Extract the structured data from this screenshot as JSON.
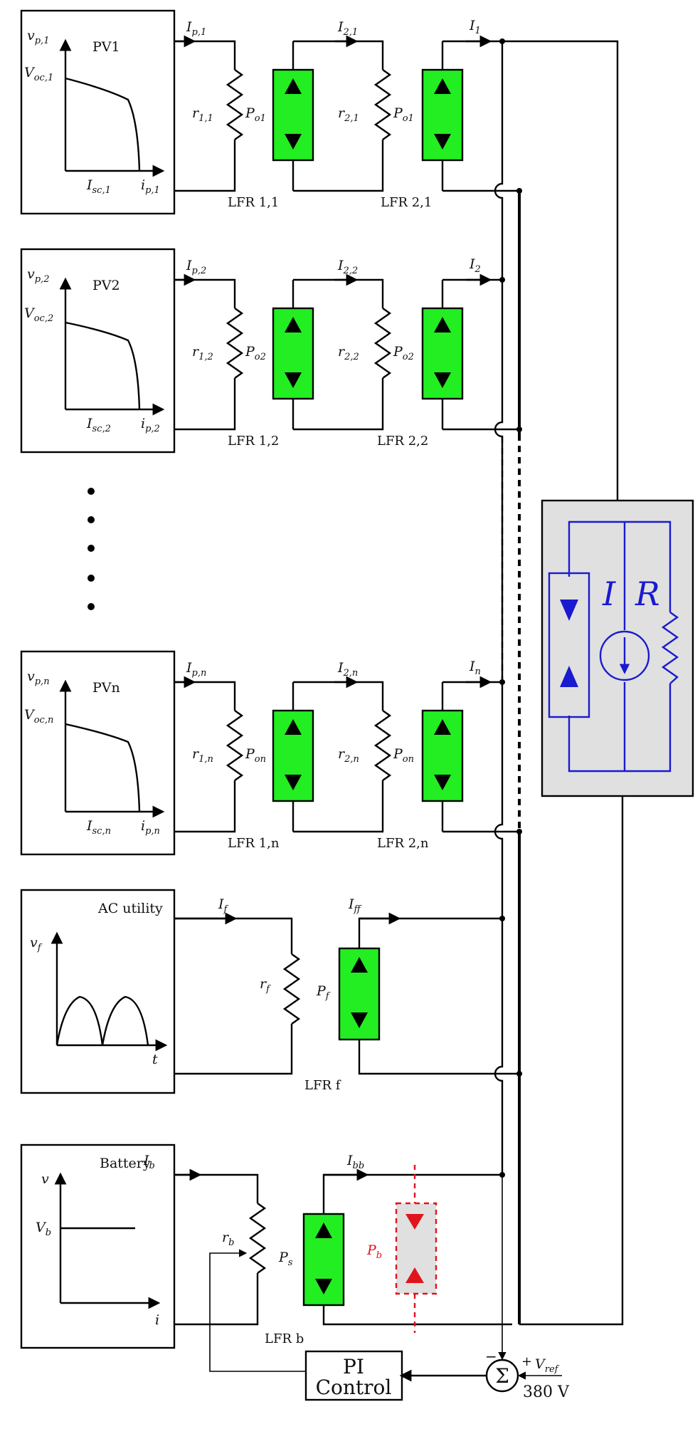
{
  "colors": {
    "converter_fill": "#22ee22",
    "load_color": "#1a1ad0",
    "load_box_fill": "#e0e0e0",
    "battery_converter_color": "#e0141e"
  },
  "pv_units": [
    {
      "title": "PV1",
      "v_label": "v",
      "v_sub": "p,1",
      "voc": "V",
      "voc_sub": "oc,1",
      "isc": "I",
      "isc_sub": "sc,1",
      "ip": "i",
      "ip_sub": "p,1",
      "Ip": "I",
      "Ip_sub": "p,1",
      "r1": "r",
      "r1_sub": "1,1",
      "Po": "P",
      "Po_sub": "o1",
      "I2": "I",
      "I2_sub": "2,1",
      "r2": "r",
      "r2_sub": "2,1",
      "Iout": "I",
      "Iout_sub": "1",
      "lfr1": "LFR 1,1",
      "lfr2": "LFR 2,1"
    },
    {
      "title": "PV2",
      "v_label": "v",
      "v_sub": "p,2",
      "voc": "V",
      "voc_sub": "oc,2",
      "isc": "I",
      "isc_sub": "sc,2",
      "ip": "i",
      "ip_sub": "p,2",
      "Ip": "I",
      "Ip_sub": "p,2",
      "r1": "r",
      "r1_sub": "1,2",
      "Po": "P",
      "Po_sub": "o2",
      "I2": "I",
      "I2_sub": "2,2",
      "r2": "r",
      "r2_sub": "2,2",
      "Iout": "I",
      "Iout_sub": "2",
      "lfr1": "LFR 1,2",
      "lfr2": "LFR 2,2"
    },
    {
      "title": "PVn",
      "v_label": "v",
      "v_sub": "p,n",
      "voc": "V",
      "voc_sub": "oc,n",
      "isc": "I",
      "isc_sub": "sc,n",
      "ip": "i",
      "ip_sub": "p,n",
      "Ip": "I",
      "Ip_sub": "p,n",
      "r1": "r",
      "r1_sub": "1,n",
      "Po": "P",
      "Po_sub": "on",
      "I2": "I",
      "I2_sub": "2,n",
      "r2": "r",
      "r2_sub": "2,n",
      "Iout": "I",
      "Iout_sub": "n",
      "lfr1": "LFR 1,n",
      "lfr2": "LFR 2,n"
    }
  ],
  "ac": {
    "title": "AC utility",
    "v_label": "v",
    "v_sub": "f",
    "t_label": "t",
    "If": "I",
    "If_sub": "f",
    "rf": "r",
    "rf_sub": "f",
    "Pf": "P",
    "Pf_sub": "f",
    "Iff": "I",
    "Iff_sub": "ff",
    "lfr": "LFR f"
  },
  "battery": {
    "title": "Battery",
    "v_label": "v",
    "i_label": "i",
    "vb": "V",
    "vb_sub": "b",
    "Ib": "I",
    "Ib_sub": "b",
    "rb": "r",
    "rb_sub": "b",
    "Ps": "P",
    "Ps_sub": "s",
    "Pb": "P",
    "Pb_sub": "b",
    "Ibb": "I",
    "Ibb_sub": "bb",
    "lfr": "LFR b"
  },
  "load": {
    "I": "I",
    "R": "R"
  },
  "control": {
    "line1": "PI",
    "line2": "Control",
    "sum": "Σ",
    "minus": "−",
    "plus": "+",
    "vref": "V",
    "vref_sub": "ref",
    "vref_value": "380 V"
  }
}
